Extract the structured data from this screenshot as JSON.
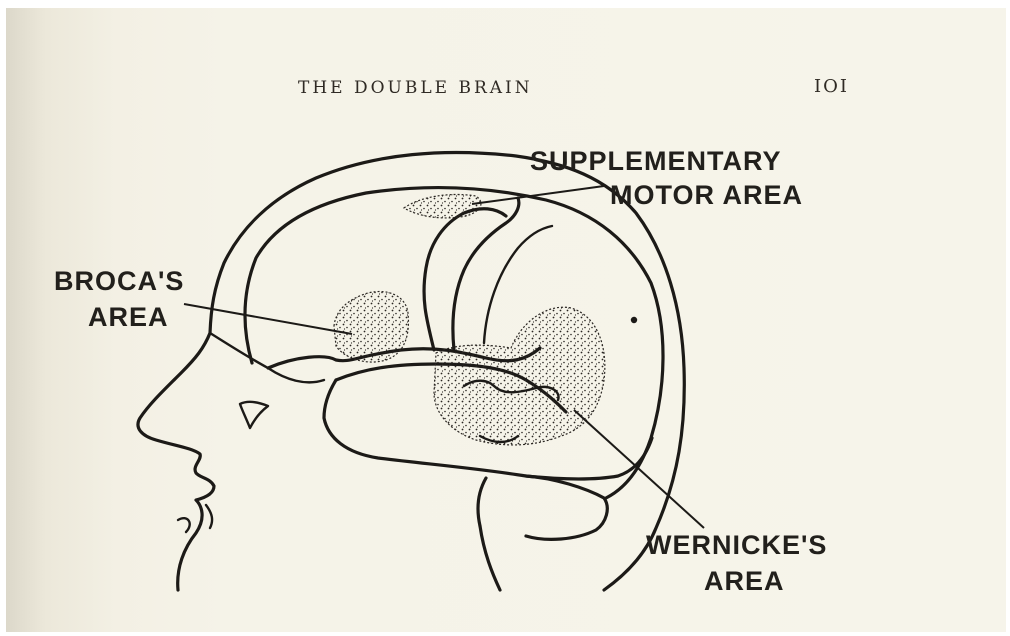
{
  "header": {
    "running_head": "THE DOUBLE BRAIN",
    "page_number": "IOI"
  },
  "labels": {
    "supplementary_line1": "SUPPLEMENTARY",
    "supplementary_line2": "MOTOR AREA",
    "broca_line1": "BROCA'S",
    "broca_line2": "AREA",
    "wernicke_line1": "WERNICKE'S",
    "wernicke_line2": "AREA"
  },
  "colors": {
    "paper": "#f5f3e8",
    "ink": "#1c1a17"
  }
}
